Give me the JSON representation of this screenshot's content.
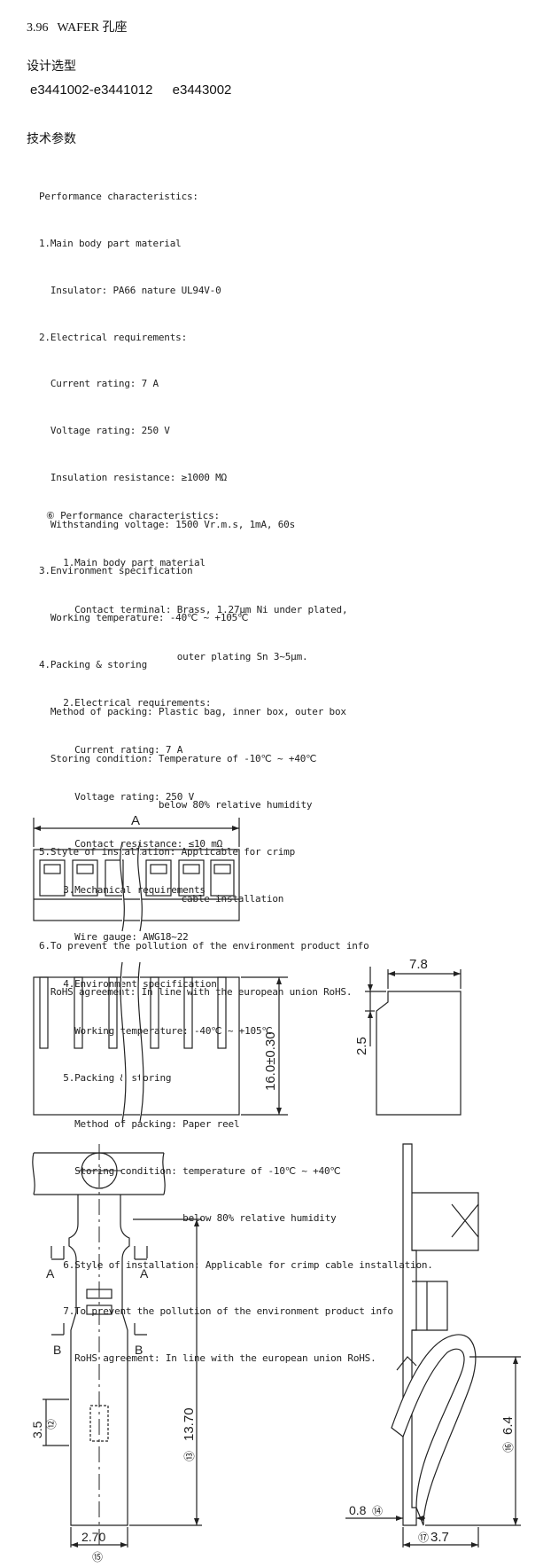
{
  "header": {
    "number": "3.96",
    "title": "WAFER 孔座"
  },
  "design_selection": {
    "heading": "设计选型",
    "models": [
      "e3441002-e3441012",
      "e3443002"
    ]
  },
  "tech_params": {
    "heading": "技术参数"
  },
  "spec_housing": [
    "Performance characteristics:",
    "1.Main body part material",
    "  Insulator: PA66 nature UL94V-0",
    "2.Electrical requirements:",
    "  Current rating: 7 A",
    "  Voltage rating: 250 V",
    "  Insulation resistance: ≥1000 MΩ",
    "  Withstanding voltage: 1500 Vr.m.s, 1mA, 60s",
    "3.Environment specification",
    "  Working temperature: -40℃ ~ +105℃",
    "4.Packing & storing",
    "  Method of packing: Plastic bag, inner box, outer box",
    "  Storing condition: Temperature of -10℃ ~ +40℃",
    "                     below 80% relative humidity",
    "5.Style of installation: Applicable for crimp",
    "                         cable installation",
    "6.To prevent the pollution of the environment product info",
    "  RoHS agreement: In line with the european union RoHS."
  ],
  "spec_terminal": [
    "⑥ Performance characteristics:",
    "   1.Main body part material",
    "     Contact terminal: Brass, 1.27μm Ni under plated,",
    "                       outer plating Sn 3~5μm.",
    "   2.Electrical requirements:",
    "     Current rating: 7 A",
    "     Voltage rating: 250 V",
    "     Contact resistance: ≤10 mΩ",
    "   3.Mechanical requirements",
    "     Wire gauge: AWG18~22",
    "   4.Environment specification",
    "     Working temperature: -40℃ ~ +105℃",
    "   5.Packing & storing",
    "     Method of packing: Paper reel",
    "     Storing condition: temperature of -10℃ ~ +40℃",
    "                        below 80% relative humidity",
    "   6.Style of installation: Applicable for crimp cable installation.",
    "   7.To prevent the pollution of the environment product info",
    "     RoHS agreement: In line with the european union RoHS."
  ],
  "drawing_labels": {
    "dim_a": "A",
    "dim_width": "7.8",
    "dim_step": "2.5",
    "dim_height": "16.0±0.30",
    "section_a": "A",
    "section_b": "B",
    "dim_3_5": "3.5",
    "dim_13_70": "13.70",
    "dim_2_70": "2.70",
    "dim_6_4": "6.4",
    "dim_0_8": "0.8",
    "dim_3_7": "3.7",
    "mark_12": "⑫",
    "mark_13": "⑬",
    "mark_14": "⑭",
    "mark_15": "⑮",
    "mark_16": "⑯",
    "mark_17": "⑰"
  }
}
